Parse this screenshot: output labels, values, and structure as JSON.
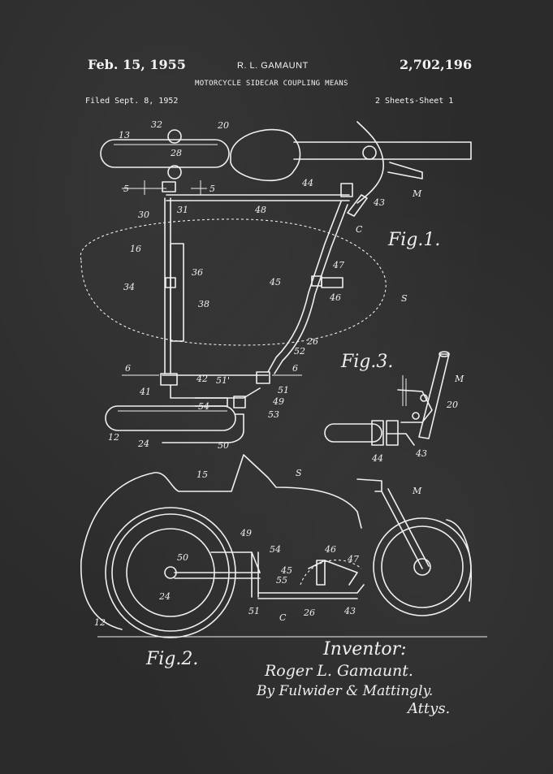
{
  "header": {
    "date": "Feb. 15, 1955",
    "inventor": "R. L. GAMAUNT",
    "patent_number": "2,702,196",
    "title": "MOTORCYCLE SIDECAR COUPLING MEANS",
    "filed": "Filed Sept. 8, 1952",
    "sheets": "2 Sheets-Sheet 1"
  },
  "figures": {
    "fig1": "Fig.1.",
    "fig2": "Fig.2.",
    "fig3": "Fig.3."
  },
  "signature": {
    "inventor_label": "Inventor:",
    "inventor_name": "Roger L. Gamaunt.",
    "by_line": "By Fulwider & Mattingly.",
    "attys": "Attys."
  },
  "reference_labels": {
    "fig1": [
      "13",
      "32",
      "20",
      "28",
      "5",
      "30",
      "31",
      "5",
      "44",
      "M",
      "43",
      "48",
      "C",
      "16",
      "36",
      "47",
      "34",
      "45",
      "46",
      "38",
      "S",
      "26",
      "52",
      "6",
      "6",
      "42",
      "51'",
      "41",
      "51",
      "54",
      "49",
      "53",
      "12",
      "24",
      "50"
    ],
    "fig2": [
      "15",
      "S",
      "M",
      "49",
      "54",
      "50",
      "46",
      "47",
      "45",
      "55",
      "24",
      "51",
      "C",
      "26",
      "43",
      "12"
    ],
    "fig3": [
      "M",
      "20",
      "44",
      "43"
    ]
  }
}
